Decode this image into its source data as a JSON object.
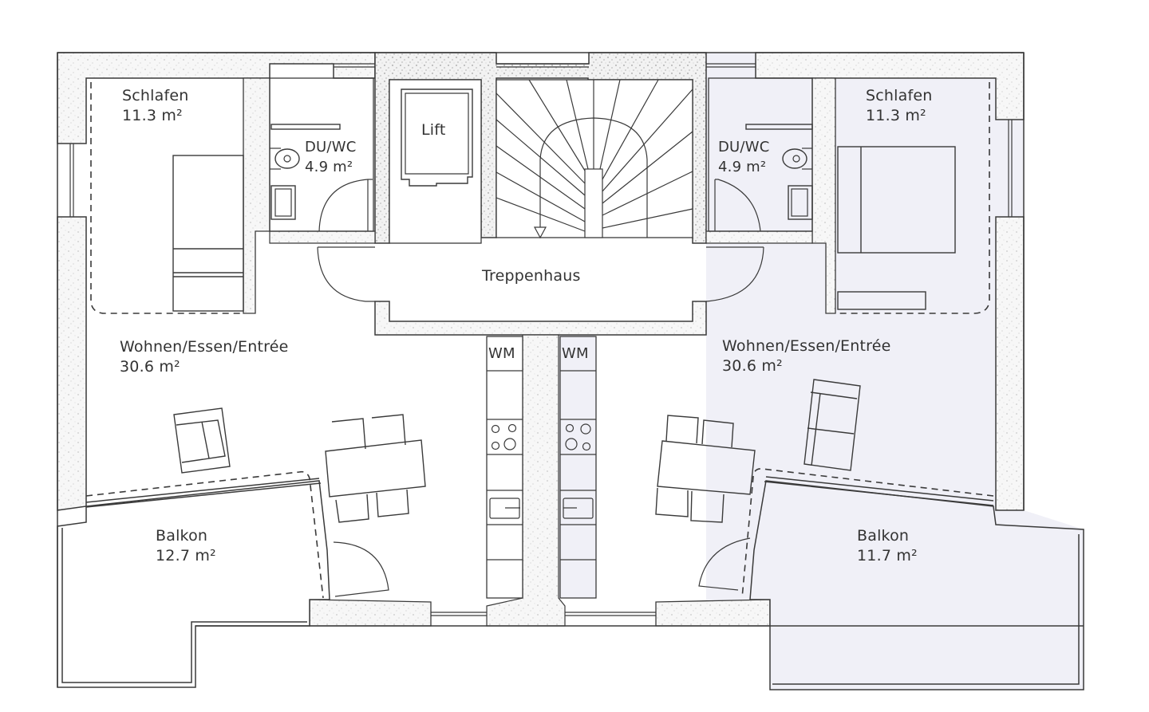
{
  "plan": {
    "colors": {
      "wall_fill": "#f6f6f6",
      "line": "#3a3a3a",
      "right_unit_fill": "#f0f0f7",
      "left_unit_fill": "#ffffff"
    },
    "left_unit": {
      "bedroom": {
        "name": "Schlafen",
        "area": "11.3 m²"
      },
      "bathroom": {
        "name": "DU/WC",
        "area": "4.9 m²"
      },
      "living": {
        "name": "Wohnen/Essen/Entrée",
        "area": "30.6 m²"
      },
      "balcony": {
        "name": "Balkon",
        "area": "12.7 m²"
      },
      "kitchen": {
        "washer": "WM"
      }
    },
    "core": {
      "lift": "Lift",
      "stairwell": "Treppenhaus"
    },
    "right_unit": {
      "bedroom": {
        "name": "Schlafen",
        "area": "11.3 m²"
      },
      "bathroom": {
        "name": "DU/WC",
        "area": "4.9 m²"
      },
      "living": {
        "name": "Wohnen/Essen/Entrée",
        "area": "30.6 m²"
      },
      "balcony": {
        "name": "Balkon",
        "area": "11.7 m²"
      },
      "kitchen": {
        "washer": "WM"
      }
    }
  }
}
